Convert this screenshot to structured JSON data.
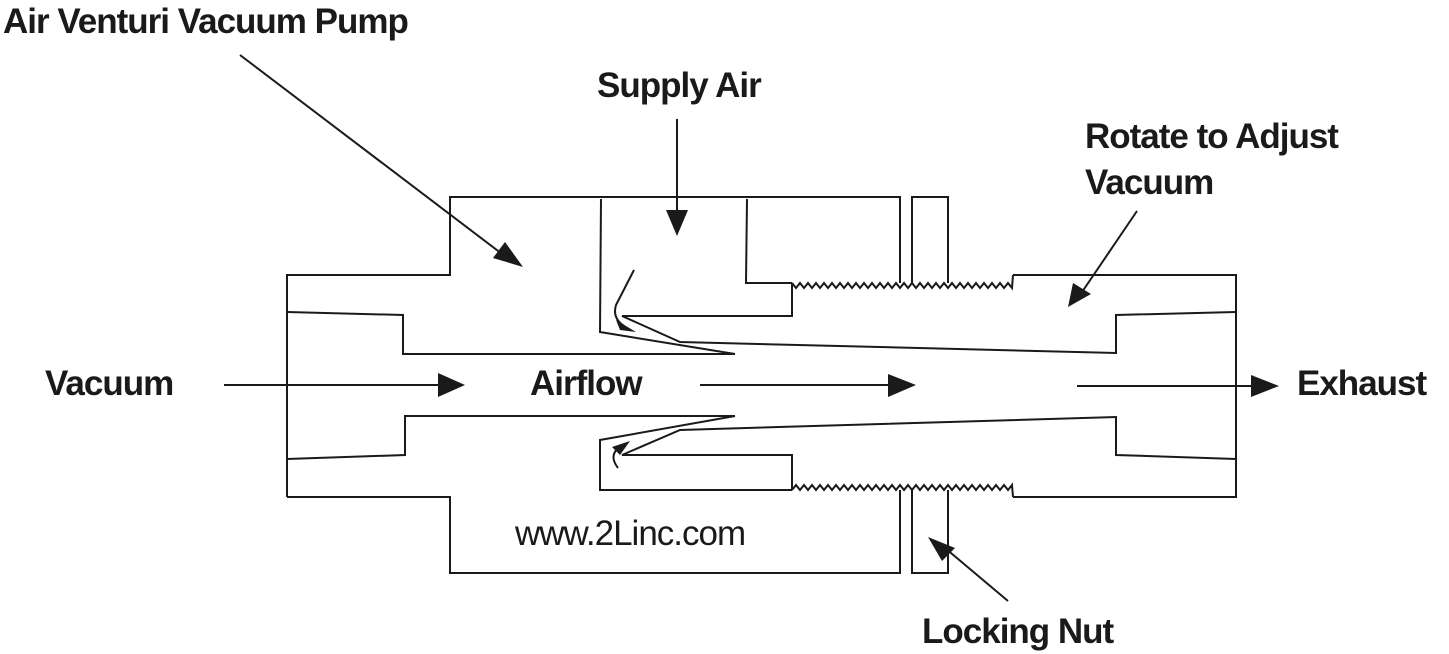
{
  "diagram": {
    "title": "Air Venturi Vacuum Pump",
    "labels": {
      "supply_air": "Supply Air",
      "rotate_line1": "Rotate to Adjust",
      "rotate_line2": "Vacuum",
      "vacuum": "Vacuum",
      "airflow": "Airflow",
      "exhaust": "Exhaust",
      "website": "www.2Linc.com",
      "locking_nut": "Locking Nut"
    },
    "colors": {
      "line": "#1a1a1a",
      "background": "#ffffff"
    }
  }
}
